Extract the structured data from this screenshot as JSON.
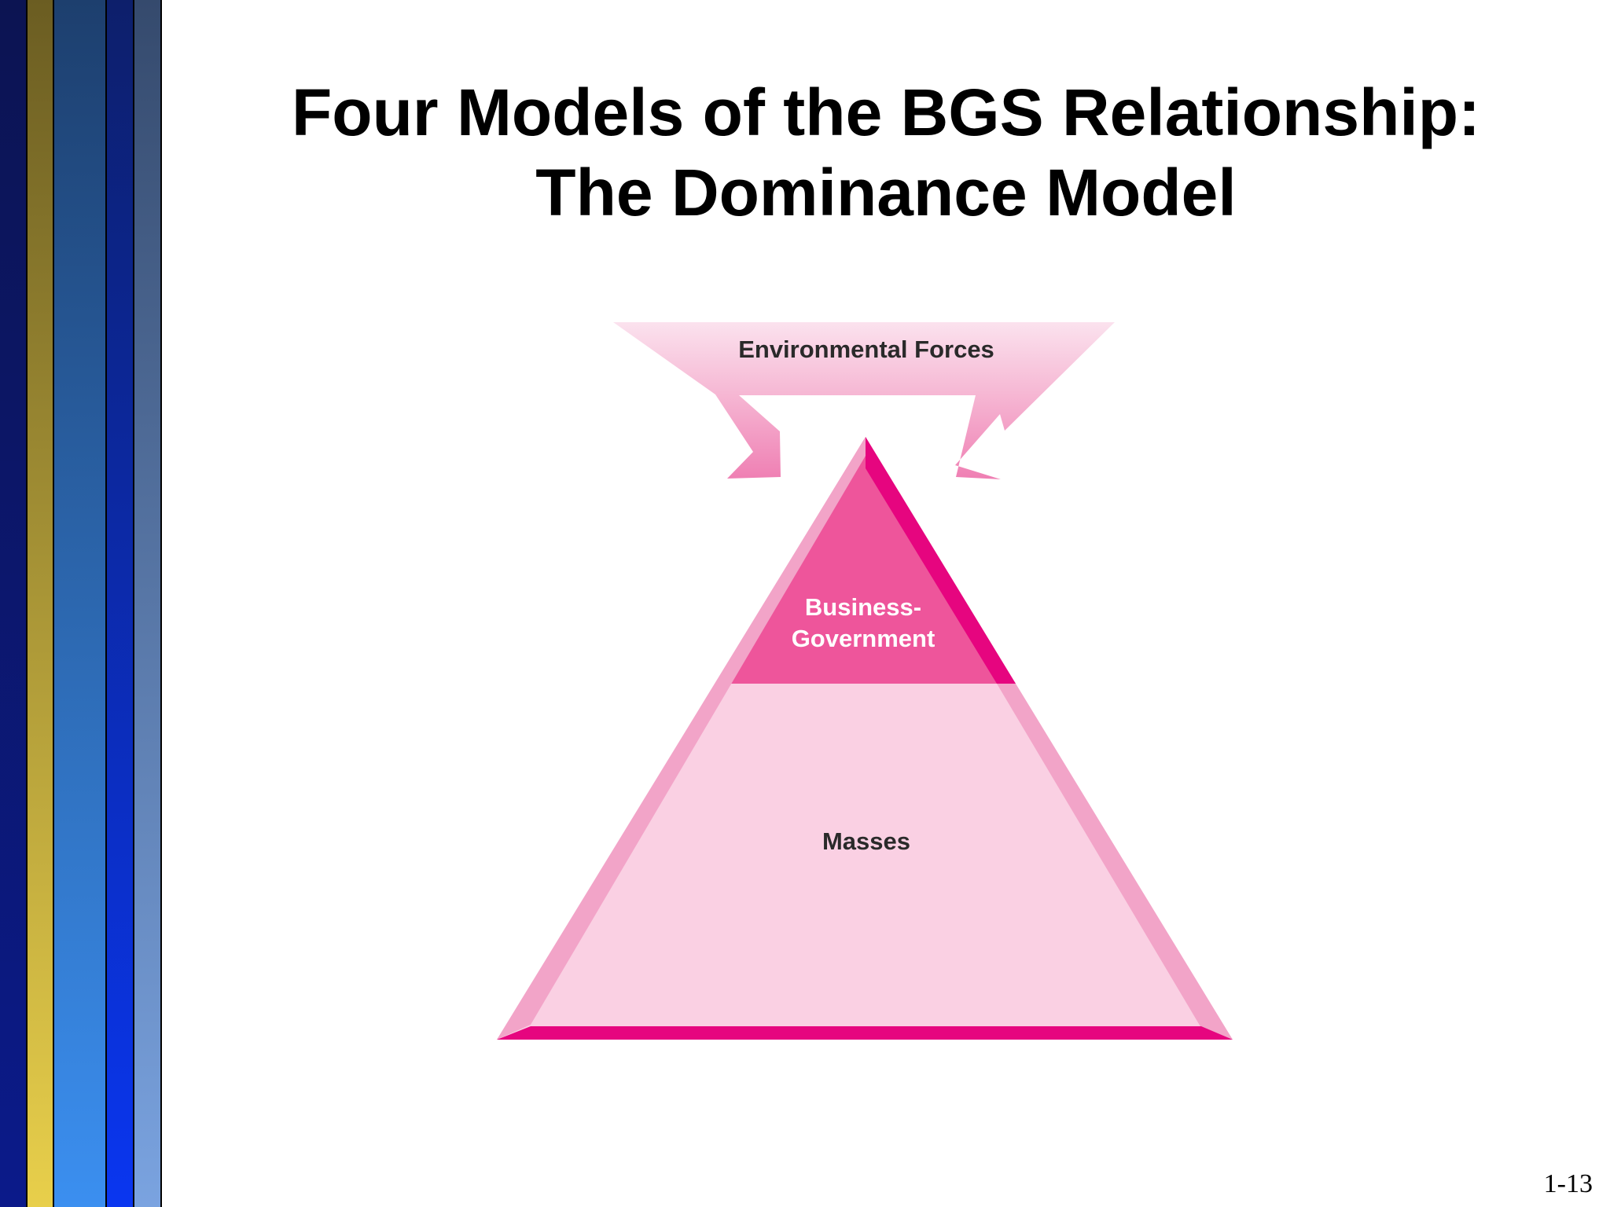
{
  "slide": {
    "title_line1": "Four Models of the BGS Relationship:",
    "title_line2": "The Dominance Model",
    "page_number": "1-13"
  },
  "diagram": {
    "top_label": "Environmental Forces",
    "apex_label_line1": "Business-",
    "apex_label_line2": "Government",
    "base_label": "Masses"
  },
  "colors": {
    "arrow_light": "#fbe2ee",
    "arrow_dark": "#ef7fb3",
    "apex_fill": "#ee559b",
    "base_fill": "#fad0e3",
    "edge_dark": "#e6057f",
    "edge_light": "#f2a4c8",
    "stripe_navy": "#0b1a8a",
    "stripe_gold": "#e8cf4b",
    "stripe_blue": "#3b8ff0"
  }
}
